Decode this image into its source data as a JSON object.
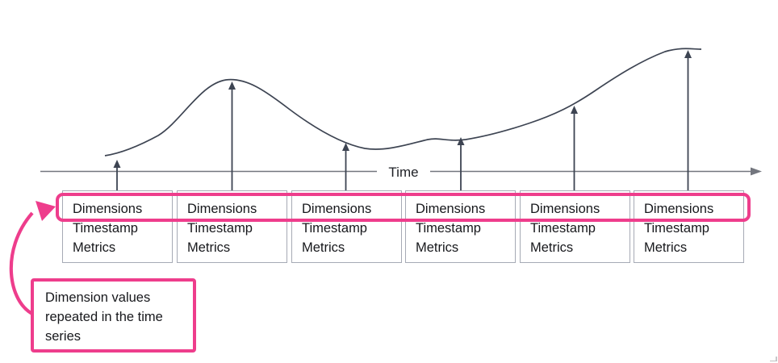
{
  "diagram": {
    "axis_label": "Time",
    "records": [
      {
        "dimensions": "Dimensions",
        "timestamp": "Timestamp",
        "metrics": "Metrics"
      },
      {
        "dimensions": "Dimensions",
        "timestamp": "Timestamp",
        "metrics": "Metrics"
      },
      {
        "dimensions": "Dimensions",
        "timestamp": "Timestamp",
        "metrics": "Metrics"
      },
      {
        "dimensions": "Dimensions",
        "timestamp": "Timestamp",
        "metrics": "Metrics"
      },
      {
        "dimensions": "Dimensions",
        "timestamp": "Timestamp",
        "metrics": "Metrics"
      },
      {
        "dimensions": "Dimensions",
        "timestamp": "Timestamp",
        "metrics": "Metrics"
      }
    ],
    "annotation_text": "Dimension values repeated in the time series",
    "colors": {
      "accent_pink": "#ee3d8c",
      "curve_line": "#3d4452",
      "axis_line": "#73767e",
      "box_border": "#a6aab5",
      "text": "#17181c"
    }
  }
}
